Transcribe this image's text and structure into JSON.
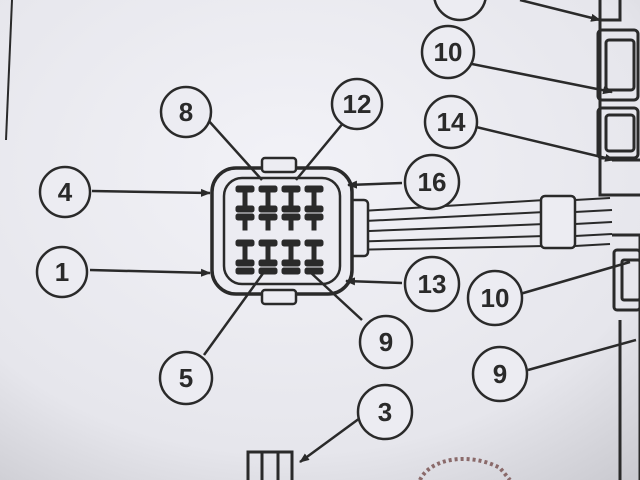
{
  "diagram": {
    "callouts": {
      "c8": "8",
      "c12": "12",
      "c4": "4",
      "c16": "16",
      "c1": "1",
      "c13": "13",
      "c5": "5",
      "c9a": "9",
      "c10a": "10",
      "c14": "14",
      "c10b": "10",
      "c9b": "9",
      "c3": "3"
    },
    "colors": {
      "paper": "#ececf2",
      "ink": "#2a2a2a"
    }
  }
}
